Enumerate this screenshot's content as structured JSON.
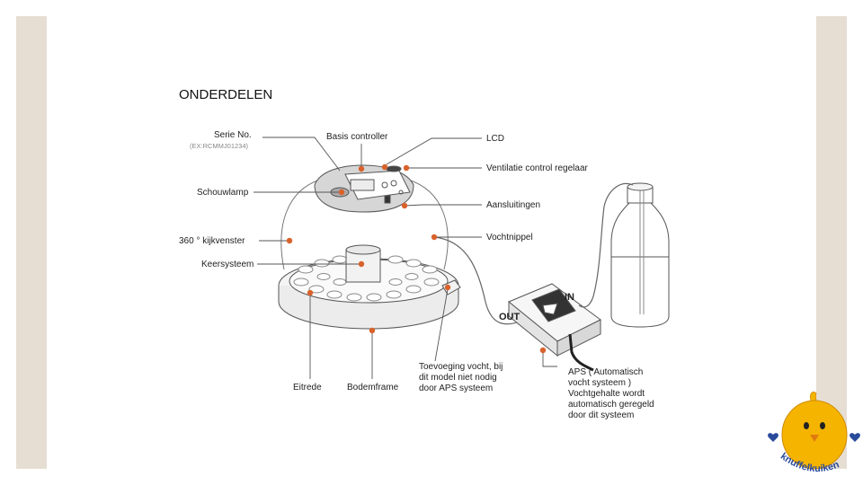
{
  "diagram": {
    "title": "ONDERDELEN",
    "labels": {
      "serie_no": "Serie No.",
      "serie_example": "(EX:RCMMJ01234)",
      "basis_controller": "Basis controller",
      "lcd": "LCD",
      "ventilatie": "Ventilatie control regelaar",
      "schouwlamp": "Schouwlamp",
      "aansluitingen": "Aansluitingen",
      "vochtnippel": "Vochtnippel",
      "kijkvenster": "360 ° kijkvenster",
      "keersysteem": "Keersysteem",
      "eitrede": "Eitrede",
      "bodemframe": "Bodemframe",
      "toevoeging": [
        "Toevoeging vocht, bij",
        "dit model niet nodig",
        "door APS systeem"
      ],
      "aps": [
        "APS ( Automatisch",
        "vocht systeem )",
        "Vochtgehalte wordt",
        "automatisch geregeld",
        "door dit systeem"
      ],
      "in": "IN",
      "out": "OUT"
    },
    "colors": {
      "marker": "#d9622b",
      "line": "#555555",
      "side_bar": "#e6ded3"
    }
  },
  "logo": {
    "text": "knuffelkuiken",
    "colors": {
      "body": "#f5b400",
      "text": "#2a4b9b",
      "heart": "#2a4b9b"
    }
  }
}
